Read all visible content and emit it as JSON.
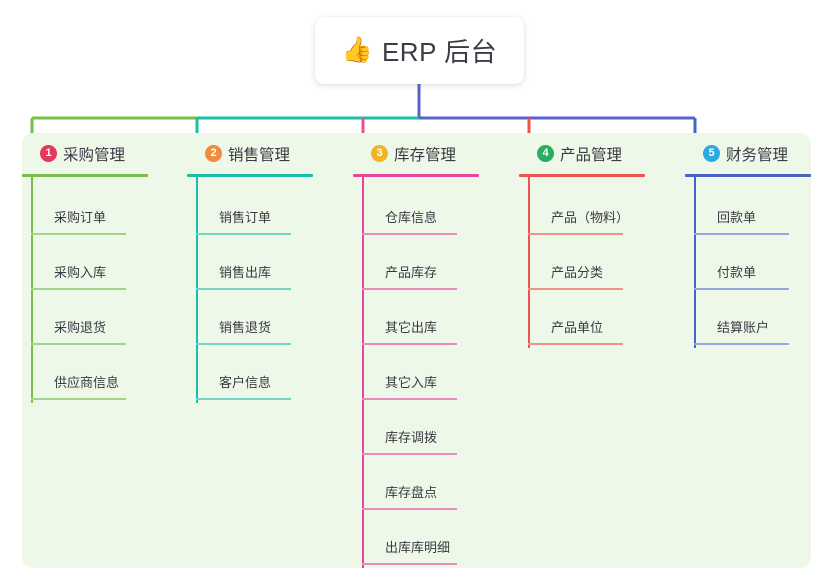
{
  "root": {
    "icon": "thumbs-up-icon",
    "emoji": "👍",
    "title": "ERP 后台"
  },
  "theme": {
    "panel_background": "#eef8e9",
    "page_background": "#ffffff",
    "trunk_color": "#5b62c8",
    "bus_left_color": "#7ac143",
    "bus_mid_color": "#17bfa6",
    "bus_right_color": "#5b62c8",
    "text_color": "#3a3a42"
  },
  "columns": [
    {
      "index": "1",
      "title": "采购管理",
      "badge_color": "#e8365d",
      "line_color": "#79bd4f",
      "leaf_line_color": "#a7d28a",
      "drop_color": "#79bd4f",
      "items": [
        "采购订单",
        "采购入库",
        "采购退货",
        "供应商信息"
      ]
    },
    {
      "index": "2",
      "title": "销售管理",
      "badge_color": "#f08b3c",
      "line_color": "#17bfa6",
      "leaf_line_color": "#72d4c6",
      "drop_color": "#17bfa6",
      "items": [
        "销售订单",
        "销售出库",
        "销售退货",
        "客户信息"
      ]
    },
    {
      "index": "3",
      "title": "库存管理",
      "badge_color": "#f0b429",
      "line_color": "#e8449b",
      "leaf_line_color": "#e98bbf",
      "drop_color": "#ef4f92",
      "items": [
        "仓库信息",
        "产品库存",
        "其它出库",
        "其它入库",
        "库存调拨",
        "库存盘点",
        "出库库明细"
      ]
    },
    {
      "index": "4",
      "title": "产品管理",
      "badge_color": "#27ae60",
      "line_color": "#ef5350",
      "leaf_line_color": "#f3908d",
      "drop_color": "#ef5350",
      "items": [
        "产品（物料）",
        "产品分类",
        "产品单位"
      ]
    },
    {
      "index": "5",
      "title": "财务管理",
      "badge_color": "#29abe2",
      "line_color": "#4a63c8",
      "leaf_line_color": "#93a6e0",
      "drop_color": "#4a63c8",
      "items": [
        "回款单",
        "付款单",
        "结算账户"
      ]
    }
  ]
}
